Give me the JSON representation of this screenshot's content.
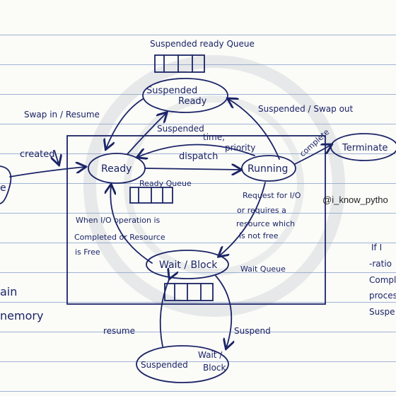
{
  "states": {
    "suspended_ready": [
      "Suspended",
      "Ready"
    ],
    "ready": "Ready",
    "running": "Running",
    "terminate": "Terminate",
    "wait_block": "Wait / Block",
    "suspended_wait": [
      "Suspended",
      "Wait /",
      "Block"
    ],
    "new_partial": "e"
  },
  "queues": {
    "suspended_ready_queue": "Suspended ready Queue",
    "ready_queue": "Ready Queue",
    "wait_queue": "Wait Queue"
  },
  "transitions": {
    "swap_in_resume": "Swap in / Resume",
    "suspended_swap_out": "Suspended / Swap out",
    "suspended_top": "Suspended",
    "created": "created",
    "time_priority": [
      "time,",
      "priority"
    ],
    "dispatch": "dispatch",
    "complete": "complete",
    "io_request": [
      "Request for I/O",
      "or requires a",
      "resource which",
      "is not free"
    ],
    "io_complete": [
      "When I/O operation is",
      "Completed or Resource",
      "is Free"
    ],
    "resume": "resume",
    "suspend_bottom": "Suspend"
  },
  "side_text": {
    "left_main": "ain",
    "left_memory": "nemory",
    "right_lines": [
      "If I",
      "-ratio",
      "Compl",
      "proces",
      "Suspe"
    ]
  },
  "watermark_handle": "@i_know_pytho"
}
